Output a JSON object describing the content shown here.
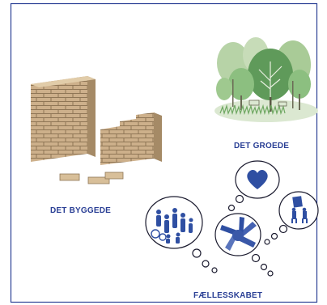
{
  "labels": {
    "built": "DET BYGGEDE",
    "green": "DET GROEDE",
    "community": "FÆLLESSKABET"
  },
  "colors": {
    "frame": "#2a3f95",
    "label": "#2a3f95",
    "brick": "#c8ab86",
    "brick_dark": "#a58a66",
    "leaf_light": "#b7d3a7",
    "leaf_mid": "#8cbf80",
    "leaf_dark": "#5f9a5a",
    "ground": "#dbe8d1",
    "icon_blue": "#2f4fa2"
  },
  "icons": [
    "brick-wall-icon",
    "tree-group-icon",
    "heart-icon",
    "people-group-icon",
    "hands-together-icon",
    "moving-box-icon"
  ]
}
